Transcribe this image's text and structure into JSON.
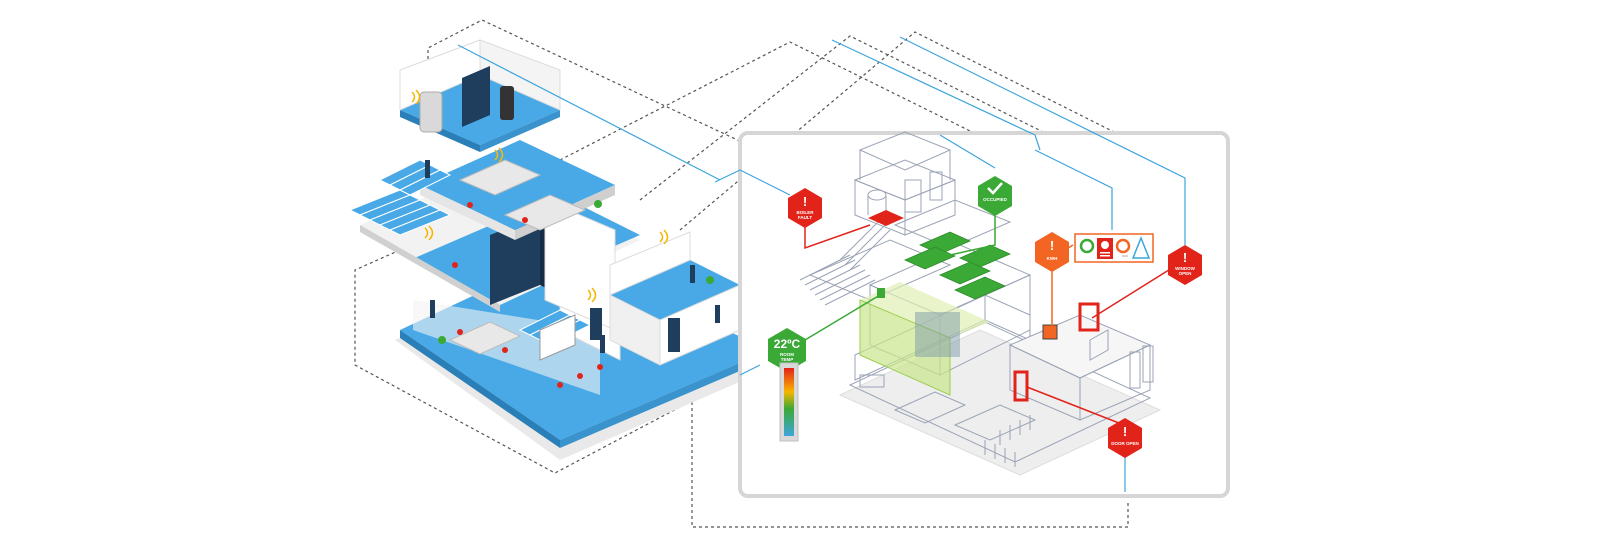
{
  "alerts": {
    "boiler_fault": {
      "line1": "BOILER",
      "line2": "FAULT",
      "color": "#e2231a"
    },
    "occupied": {
      "line1": "OCCUPIED",
      "color": "#3aa935"
    },
    "kwh": {
      "line1": "KWH",
      "color": "#f26522"
    },
    "window_open": {
      "line1": "WINDOW",
      "line2": "OPEN",
      "color": "#e2231a"
    },
    "door_open": {
      "line1": "DOOR OPEN",
      "color": "#e2231a"
    }
  },
  "room_temp": {
    "value": "22ºC",
    "line1": "ROOM",
    "line2": "TEMP",
    "color": "#3aa935"
  },
  "colors": {
    "floor_blue": "#48a9e6",
    "wire_blue": "#3da5dc",
    "wire_red": "#e2231a",
    "wire_green": "#3aa935",
    "panel_border": "#d6d6d6",
    "dashed": "#555555"
  }
}
